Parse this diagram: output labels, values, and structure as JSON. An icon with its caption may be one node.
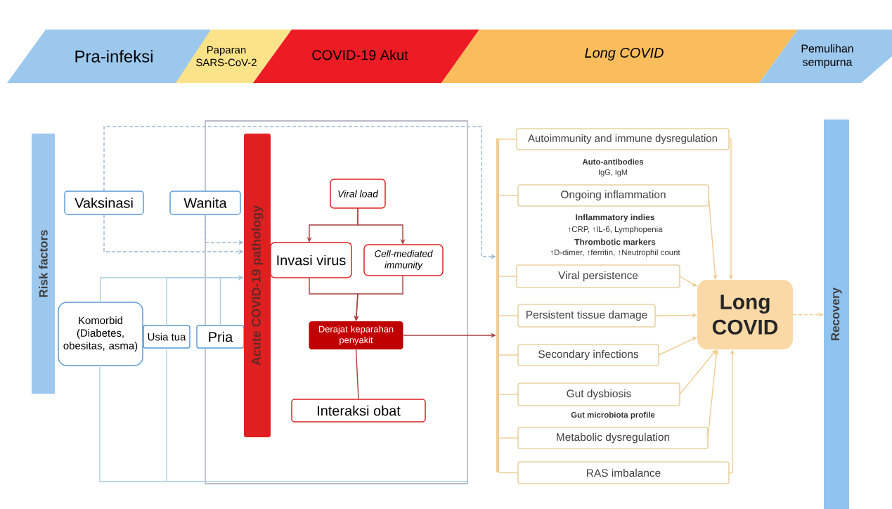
{
  "diagram": {
    "nodes": [
      {
        "text": [
          "Pra-infeksi"
        ]
      },
      {
        "text": [
          "Paparan SARS-CoV-2"
        ]
      },
      {
        "text": [
          "COVID-19 Akut"
        ]
      },
      {
        "text": [
          "Long COVID"
        ]
      },
      {
        "text": [
          "Pemulihan sempurna"
        ]
      },
      {
        "text": [
          "Risk factors"
        ]
      },
      {
        "text": [
          "Vaksinasi"
        ]
      },
      {
        "text": [
          "Wanita"
        ]
      },
      {
        "text": [
          "Komorbid (Diabetes, obesitas, asma)"
        ]
      },
      {
        "text": [
          "Usia tua"
        ]
      },
      {
        "text": [
          "Pria"
        ]
      },
      {
        "text": [
          "Acute COVID-19 pathology"
        ]
      },
      {
        "text": [
          "Viral load"
        ]
      },
      {
        "text": [
          "Invasi virus"
        ]
      },
      {
        "text": [
          "Cell-mediated immunity"
        ]
      },
      {
        "text": [
          "Derajat keparahan penyakit"
        ]
      },
      {
        "text": [
          "Interaksi obat"
        ]
      },
      {
        "text": [
          "Autoimmunity and immune dysregulation"
        ]
      },
      {
        "text": [
          "Ongoing inflammation"
        ]
      },
      {
        "text": [
          "Viral persistence"
        ]
      },
      {
        "text": [
          "Persistent tissue damage"
        ]
      },
      {
        "text": [
          "Secondary infections"
        ]
      },
      {
        "text": [
          "Gut dysbiosis"
        ]
      },
      {
        "text": [
          "Metabolic dysregulation"
        ]
      },
      {
        "text": [
          "RAS imbalance"
        ]
      },
      {
        "text": [
          "Long COVID"
        ]
      },
      {
        "text": [
          "Recovery"
        ]
      },
      {
        "text": [],
        "shape": "bar"
      }
    ],
    "edges": [
      {
        "from": 6,
        "to": 11,
        "arrow": "to",
        "style": "dashed",
        "color": "#9ab8d4"
      },
      {
        "from": 7,
        "to": 11,
        "arrow": "to",
        "style": "dashed",
        "color": "#9ab8d4"
      },
      {
        "from": 8,
        "to": 11,
        "arrow": "to",
        "color": "#a9cbe0"
      },
      {
        "from": 9,
        "to": 11,
        "arrow": "to",
        "color": "#a9cbe0"
      },
      {
        "from": 10,
        "to": 11,
        "arrow": "to",
        "color": "#a9cbe0"
      },
      {
        "from": 12,
        "to": 13,
        "arrow": "to",
        "color": "#a84040"
      },
      {
        "from": 12,
        "to": 14,
        "arrow": "to",
        "color": "#a84040"
      },
      {
        "from": 13,
        "to": 15,
        "arrow": "to",
        "color": "#a84040"
      },
      {
        "from": 14,
        "to": 15,
        "arrow": "to",
        "color": "#a84040"
      },
      {
        "from": 15,
        "to": 16,
        "arrow": "none",
        "color": "#a84040"
      },
      {
        "from": 15,
        "to": 27,
        "arrow": "to",
        "color": "#a84040"
      },
      {
        "from": 6,
        "to": 27,
        "arrow": "to",
        "style": "dashed",
        "color": "#9ab8d4"
      },
      {
        "from": 27,
        "to": 17,
        "arrow": "none"
      },
      {
        "from": 27,
        "to": 18,
        "arrow": "none"
      },
      {
        "from": 27,
        "to": 19,
        "arrow": "none"
      },
      {
        "from": 27,
        "to": 20,
        "arrow": "none"
      },
      {
        "from": 27,
        "to": 21,
        "arrow": "none"
      },
      {
        "from": 27,
        "to": 22,
        "arrow": "none"
      },
      {
        "from": 27,
        "to": 23,
        "arrow": "none"
      },
      {
        "from": 27,
        "to": 24,
        "arrow": "none"
      },
      {
        "from": 17,
        "to": 25,
        "arrow": "to"
      },
      {
        "from": 18,
        "to": 25,
        "arrow": "to"
      },
      {
        "from": 19,
        "to": 25,
        "arrow": "to"
      },
      {
        "from": 20,
        "to": 25,
        "arrow": "to"
      },
      {
        "from": 21,
        "to": 25,
        "arrow": "to"
      },
      {
        "from": 22,
        "to": 25,
        "arrow": "to"
      },
      {
        "from": 23,
        "to": 25,
        "arrow": "to"
      },
      {
        "from": 24,
        "to": 25,
        "arrow": "to"
      },
      {
        "from": 25,
        "to": 26,
        "arrow": "to",
        "style": "dashed"
      }
    ],
    "labels": [
      "Auto-antibodies",
      "IgG, IgM",
      "Inflammatory indies",
      "↑CRP, ↑IL-6, Lymphopenia",
      "Thrombotic markers",
      "↑D-dimer, ↑ferritin, ↑Neutrophil count",
      "Gut microbiota profile"
    ]
  }
}
